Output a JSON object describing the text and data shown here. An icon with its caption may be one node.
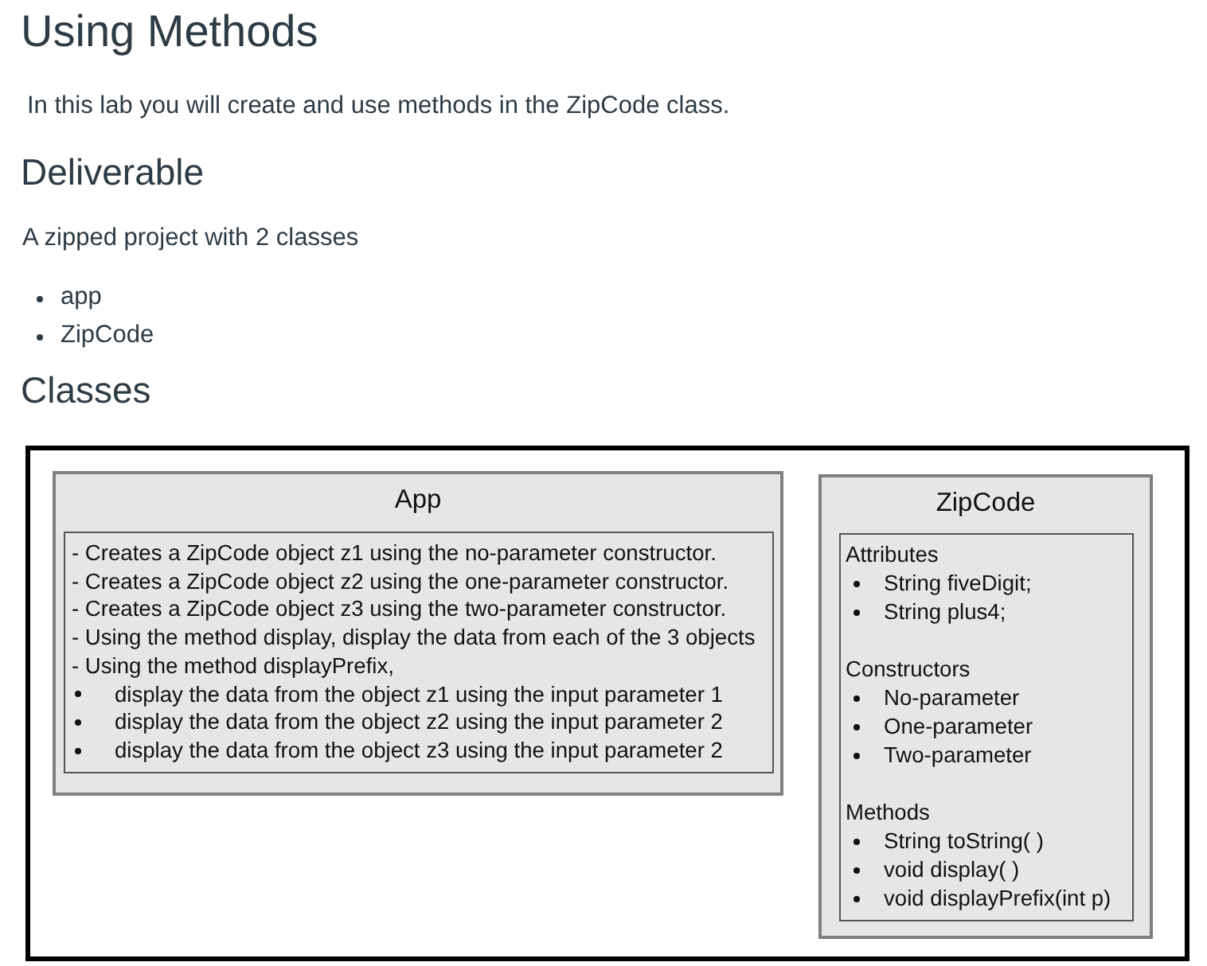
{
  "diagram": {
    "title": "Using Methods",
    "nodes": [
      {
        "text": [],
        "shape": "box"
      },
      {
        "text": [
          "App"
        ],
        "in": 0
      },
      {
        "text": [
          "- Creates a ZipCode object z1 using the no-parameter constructor.",
          "- Creates a ZipCode object z2 using the one-parameter constructor.",
          "- Creates a ZipCode object z3 using the two-parameter constructor.",
          "- Using the method display, display the data from each of the 3 objects",
          "- Using the method displayPrefix,",
          "display the data from the object z1 using the input parameter 1",
          "display the data from the object z2 using the input parameter 2",
          "display the data from the object z3 using the input parameter 2"
        ],
        "in": 1
      },
      {
        "text": [
          "ZipCode"
        ],
        "in": 0
      },
      {
        "text": [
          "Attributes",
          "String fiveDigit;",
          "String plus4;",
          "Constructors",
          "No-parameter",
          "One-parameter",
          "Two-parameter",
          "Methods",
          "String toString( )",
          "void display( )",
          "void displayPrefix(int p)"
        ],
        "in": 3
      }
    ],
    "labels": [
      "In this lab you will create and use methods in the ZipCode class.",
      "Deliverable",
      "A zipped project with 2 classes",
      "app",
      "ZipCode",
      "Classes"
    ]
  }
}
